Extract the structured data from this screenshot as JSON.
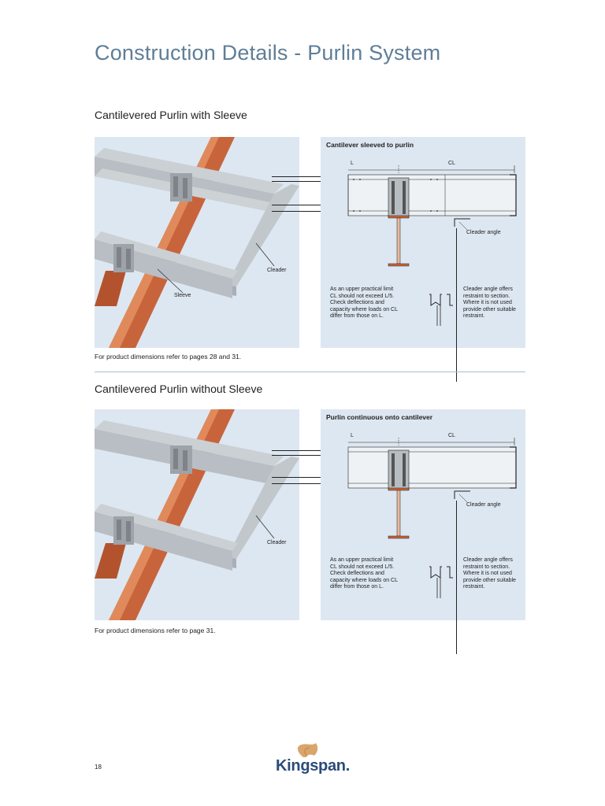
{
  "page": {
    "title": "Construction Details - Purlin System",
    "page_number": "18",
    "logo_text": "Kingspan."
  },
  "sections": [
    {
      "title": "Cantilevered Purlin with Sleeve",
      "photo_labels": {
        "cleader": "Cleader",
        "sleeve": "Sleeve"
      },
      "detail": {
        "heading": "Cantilever sleeved to purlin",
        "dim_l": "L",
        "dim_cl": "CL",
        "angle_label": "Cleader angle",
        "note_left": "As an upper practical limit CL should not exceed L/5. Check deflections and capacity where loads on CL differ from those on L.",
        "note_right": "Cleader angle offers restraint to section. Where it is not used provide other suitable restraint."
      },
      "footnote": "For product dimensions refer to pages 28 and 31."
    },
    {
      "title": "Cantilevered Purlin without Sleeve",
      "photo_labels": {
        "cleader": "Cleader"
      },
      "detail": {
        "heading": "Purlin continuous onto cantilever",
        "dim_l": "L",
        "dim_cl": "CL",
        "angle_label": "Cleader angle",
        "note_left": "As an upper practical limit CL should not exceed L/5. Check deflections and capacity where loads on CL differ from those on L.",
        "note_right": "Cleader angle offers restraint to section. Where it is not used provide other suitable restraint."
      },
      "footnote": "For product dimensions refer to page 31."
    }
  ]
}
